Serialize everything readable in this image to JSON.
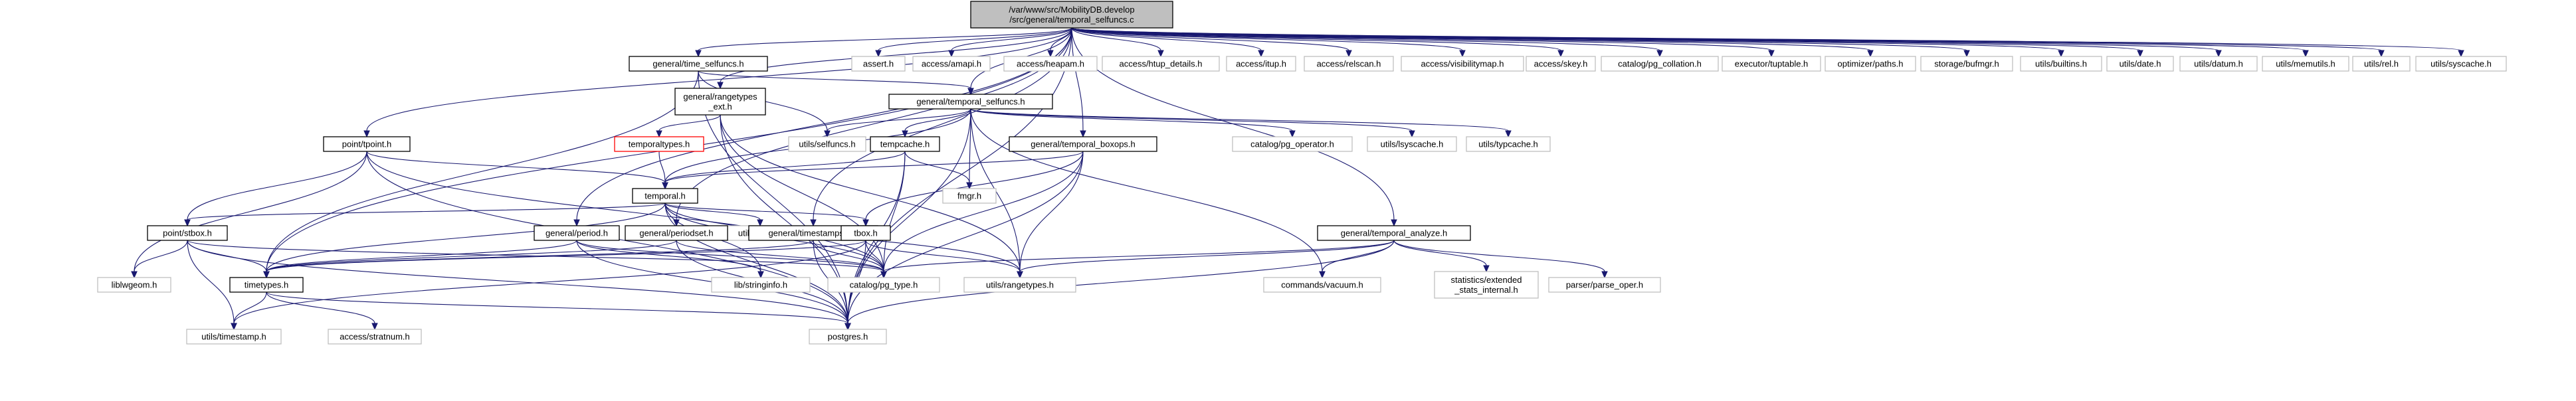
{
  "graph": {
    "title": "/var/www/src/MobilityDB.develop/src/general/temporal_selfuncs.c",
    "colors": {
      "edge": "#191970",
      "root_fill": "#bfbfbf",
      "leaf_border": "#bfbfbf",
      "node_border": "#000000",
      "missing_border": "#ff0000",
      "background": "#ffffff"
    },
    "nodes": {
      "root": [
        "/var/www/src/MobilityDB.develop",
        "/src/general/temporal_selfuncs.c"
      ],
      "assert": [
        "assert.h"
      ],
      "amapi": [
        "access/amapi.h"
      ],
      "heapam": [
        "access/heapam.h"
      ],
      "htup_details": [
        "access/htup_details.h"
      ],
      "itup": [
        "access/itup.h"
      ],
      "relscan": [
        "access/relscan.h"
      ],
      "visibilitymap": [
        "access/visibilitymap.h"
      ],
      "skey": [
        "access/skey.h"
      ],
      "pg_collation": [
        "catalog/pg_collation.h"
      ],
      "tuptable": [
        "executor/tuptable.h"
      ],
      "paths": [
        "optimizer/paths.h"
      ],
      "bufmgr": [
        "storage/bufmgr.h"
      ],
      "builtins": [
        "utils/builtins.h"
      ],
      "date": [
        "utils/date.h"
      ],
      "datum": [
        "utils/datum.h"
      ],
      "memutils": [
        "utils/memutils.h"
      ],
      "rel": [
        "utils/rel.h"
      ],
      "syscache": [
        "utils/syscache.h"
      ],
      "time_selfuncs": [
        "general/time_selfuncs.h"
      ],
      "rangetypes_ext": [
        "general/rangetypes",
        "_ext.h"
      ],
      "temporal_selfuncs_h": [
        "general/temporal_selfuncs.h"
      ],
      "tpoint": [
        "point/tpoint.h"
      ],
      "temporaltypes": [
        "temporaltypes.h"
      ],
      "selfuncs": [
        "utils/selfuncs.h"
      ],
      "tempcache": [
        "tempcache.h"
      ],
      "temporal_boxops": [
        "general/temporal_boxops.h"
      ],
      "pg_operator": [
        "catalog/pg_operator.h"
      ],
      "lsyscache": [
        "utils/lsyscache.h"
      ],
      "typcache": [
        "utils/typcache.h"
      ],
      "temporal_h": [
        "temporal.h"
      ],
      "fmgr": [
        "fmgr.h"
      ],
      "temporal_analyze": [
        "general/temporal_analyze.h"
      ],
      "array": [
        "utils/array.h"
      ],
      "stbox": [
        "point/stbox.h"
      ],
      "period": [
        "general/period.h"
      ],
      "periodset": [
        "general/periodset.h"
      ],
      "timestampset": [
        "general/timestampset.h"
      ],
      "tbox": [
        "tbox.h"
      ],
      "liblwgeom": [
        "liblwgeom.h"
      ],
      "timetypes": [
        "timetypes.h"
      ],
      "stringinfo": [
        "lib/stringinfo.h"
      ],
      "pg_type": [
        "catalog/pg_type.h"
      ],
      "rangetypes": [
        "utils/rangetypes.h"
      ],
      "vacuum": [
        "commands/vacuum.h"
      ],
      "extended_stats": [
        "statistics/extended",
        "_stats_internal.h"
      ],
      "parse_oper": [
        "parser/parse_oper.h"
      ],
      "timestamp": [
        "utils/timestamp.h"
      ],
      "stratnum": [
        "access/stratnum.h"
      ],
      "postgres": [
        "postgres.h"
      ]
    }
  }
}
